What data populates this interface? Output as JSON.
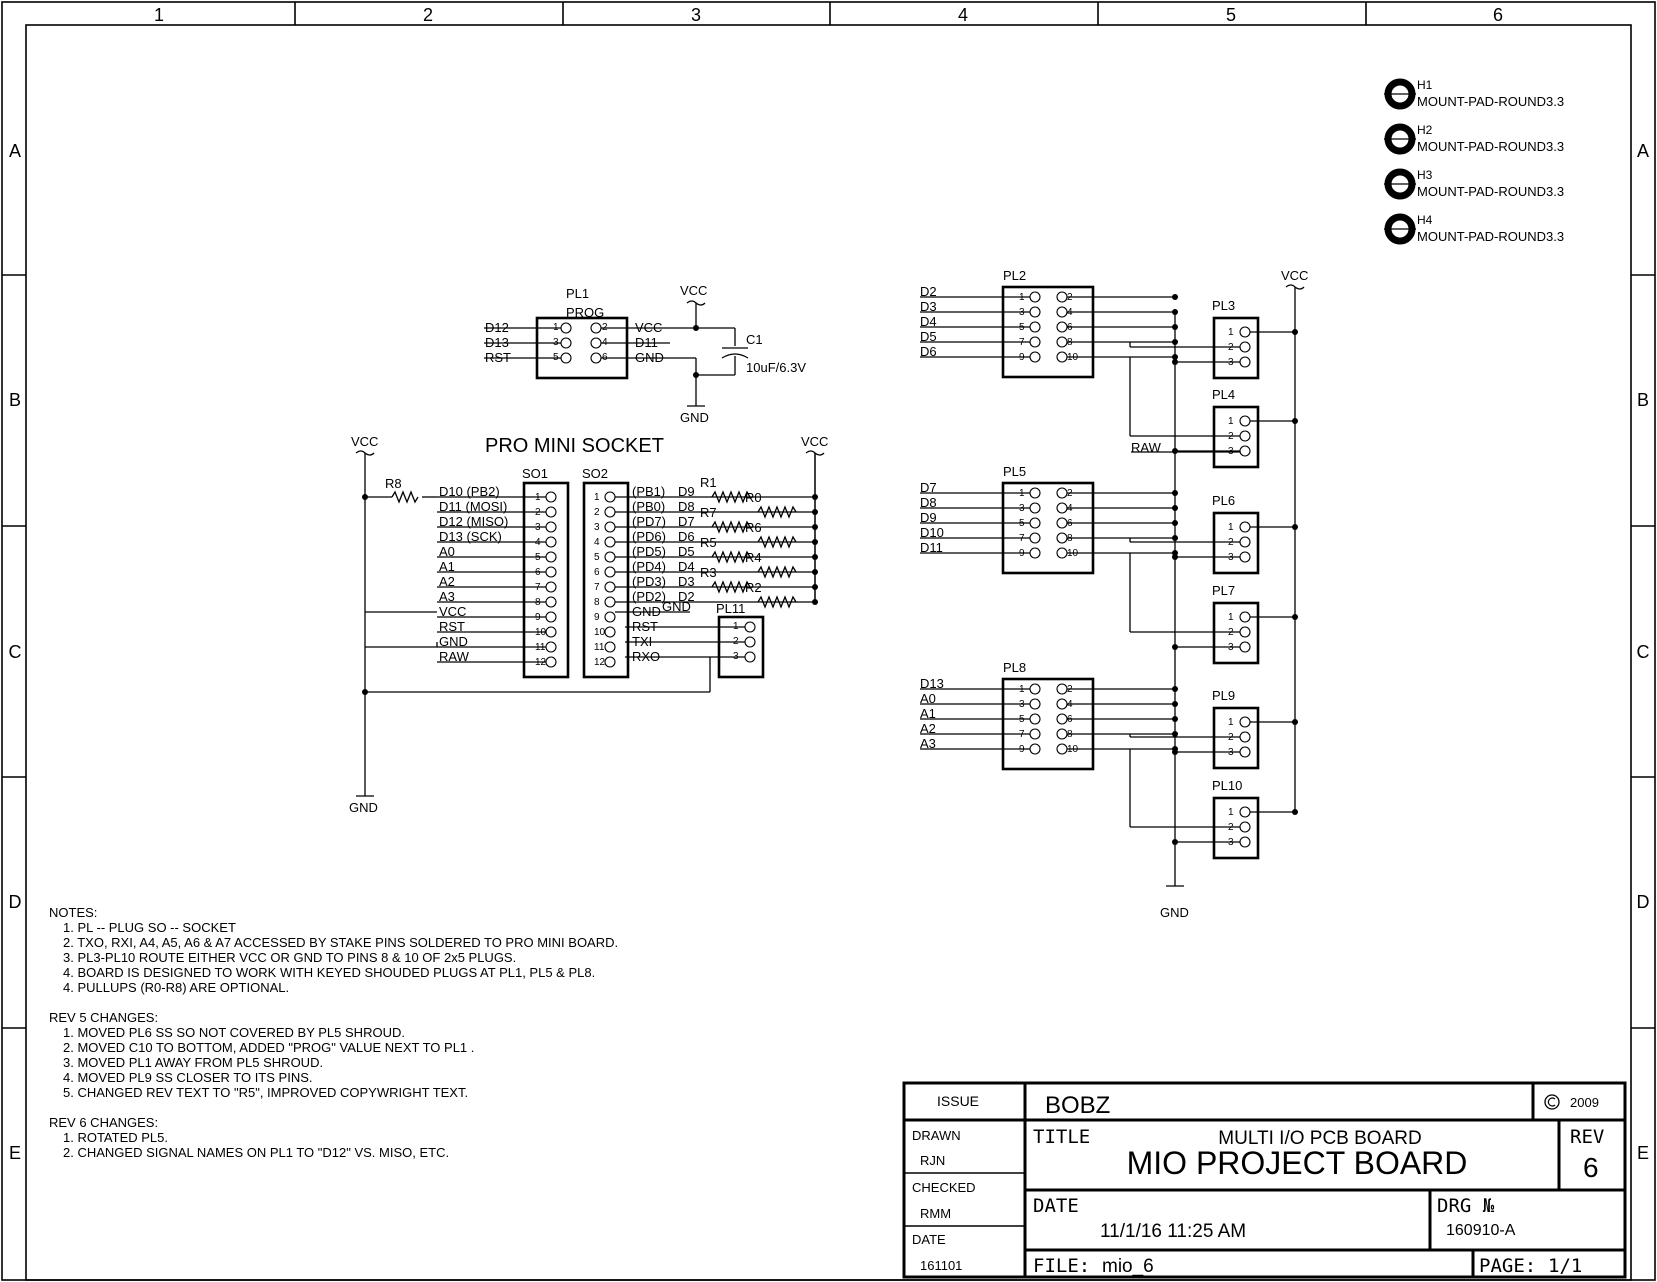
{
  "border": {
    "columns": [
      "1",
      "2",
      "3",
      "4",
      "5",
      "6"
    ],
    "rows": [
      "A",
      "B",
      "C",
      "D",
      "E"
    ]
  },
  "mount_pads": [
    {
      "ref": "H1",
      "value": "MOUNT-PAD-ROUND3.3"
    },
    {
      "ref": "H2",
      "value": "MOUNT-PAD-ROUND3.3"
    },
    {
      "ref": "H3",
      "value": "MOUNT-PAD-ROUND3.3"
    },
    {
      "ref": "H4",
      "value": "MOUNT-PAD-ROUND3.3"
    }
  ],
  "prog": {
    "ref": "PL1",
    "value": "PROG",
    "left_nets": [
      "D12",
      "D13",
      "RST"
    ],
    "right_nets": [
      "VCC",
      "D11",
      "GND"
    ],
    "pins": [
      "1",
      "3",
      "5",
      "2",
      "4",
      "6"
    ]
  },
  "cap": {
    "ref": "C1",
    "value": "10uF/6.3V",
    "top": "VCC",
    "bottom": "GND"
  },
  "socket": {
    "title": "PRO MINI SOCKET",
    "so1": "SO1",
    "so2": "SO2",
    "vcc_left": "VCC",
    "vcc_right": "VCC",
    "gnd": "GND",
    "r8": "R8",
    "so1_nets": [
      "D10 (PB2)",
      "D11 (MOSI)",
      "D12 (MISO)",
      "D13 (SCK)",
      "A0",
      "A1",
      "A2",
      "A3",
      "VCC",
      "RST",
      "GND",
      "RAW"
    ],
    "so2_nets": [
      "(PB1)",
      "(PB0)",
      "(PD7)",
      "(PD6)",
      "(PD5)",
      "(PD4)",
      "(PD3)",
      "(PD2)",
      "GND",
      "RST",
      "TXI",
      "RXO"
    ],
    "so2_signals": [
      "D9",
      "D8",
      "D7",
      "D6",
      "D5",
      "D4",
      "D3",
      "D2"
    ],
    "pin_numbers": [
      "1",
      "2",
      "3",
      "4",
      "5",
      "6",
      "7",
      "8",
      "9",
      "10",
      "11",
      "12"
    ],
    "resistors": [
      "R1",
      "R0",
      "R7",
      "R6",
      "R5",
      "R4",
      "R3",
      "R2"
    ]
  },
  "pl11": {
    "ref": "PL11",
    "pins": [
      "1",
      "2",
      "3"
    ]
  },
  "headers": [
    {
      "ref": "PL2",
      "nets": [
        "D2",
        "D3",
        "D4",
        "D5",
        "D6"
      ]
    },
    {
      "ref": "PL5",
      "nets": [
        "D7",
        "D8",
        "D9",
        "D10",
        "D11"
      ]
    },
    {
      "ref": "PL8",
      "nets": [
        "D13",
        "A0",
        "A1",
        "A2",
        "A3"
      ]
    }
  ],
  "header_pins": {
    "odd": [
      "1",
      "3",
      "5",
      "7",
      "9"
    ],
    "even": [
      "2",
      "4",
      "6",
      "8",
      "10"
    ]
  },
  "plugs": [
    "PL3",
    "PL4",
    "PL6",
    "PL7",
    "PL9",
    "PL10"
  ],
  "plug_pins": [
    "1",
    "2",
    "3"
  ],
  "power": {
    "vcc": "VCC",
    "gnd": "GND",
    "raw": "RAW"
  },
  "notes": {
    "heading": "NOTES:",
    "lines": [
      "1. PL -- PLUG   SO -- SOCKET",
      "2. TXO, RXI, A4, A5, A6 & A7 ACCESSED BY STAKE PINS SOLDERED TO PRO MINI BOARD.",
      "3. PL3-PL10 ROUTE EITHER VCC OR GND TO PINS 8 & 10 OF 2x5 PLUGS.",
      "4. BOARD IS DESIGNED TO WORK WITH KEYED SHOUDED PLUGS AT PL1, PL5 & PL8.",
      "4. PULLUPS (R0-R8) ARE OPTIONAL."
    ]
  },
  "rev5": {
    "heading": "REV 5 CHANGES:",
    "lines": [
      "1. MOVED PL6 SS SO NOT COVERED BY PL5 SHROUD.",
      "2. MOVED C10 TO BOTTOM, ADDED \"PROG\" VALUE NEXT TO PL1 .",
      "3. MOVED PL1 AWAY FROM PL5 SHROUD.",
      "4. MOVED PL9 SS CLOSER TO ITS PINS.",
      "5. CHANGED REV TEXT TO \"R5\", IMPROVED COPYWRIGHT TEXT."
    ]
  },
  "rev6": {
    "heading": "REV 6 CHANGES:",
    "lines": [
      "1. ROTATED PL5.",
      "2. CHANGED SIGNAL NAMES ON PL1 TO \"D12\" VS. MISO, ETC."
    ]
  },
  "title_block": {
    "issue_label": "ISSUE",
    "drawn_label": "DRAWN",
    "drawn": "RJN",
    "checked_label": "CHECKED",
    "checked": "RMM",
    "date_label": "DATE",
    "date": "161101",
    "company": "BOBZ",
    "copyright": "2009",
    "title_label": "TITLE",
    "subtitle": "MULTI I/O PCB BOARD",
    "title": "MIO PROJECT BOARD",
    "rev_label": "REV",
    "rev": "6",
    "date2_label": "DATE",
    "date2": "11/1/16 11:25 AM",
    "drg_label": "DRG №",
    "drg": "160910-A",
    "file_label": "FILE:",
    "file": "mio_6",
    "page_label": "PAGE:",
    "page": "1/1"
  }
}
